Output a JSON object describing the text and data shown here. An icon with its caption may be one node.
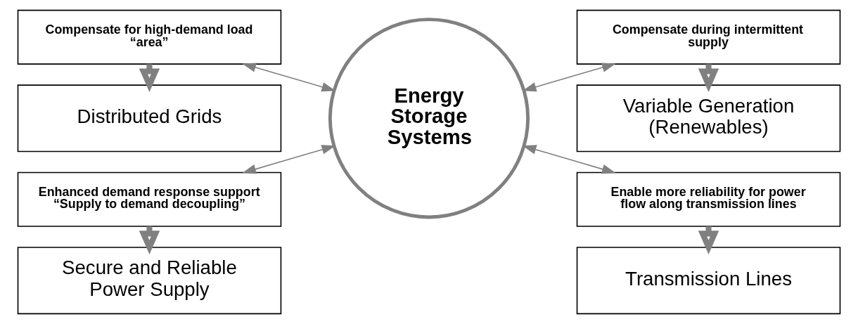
{
  "diagram": {
    "nodes": [
      {
        "text": [
          "Distributed Grids"
        ]
      },
      {
        "text": [
          "Compensate for high-demand load “area”"
        ]
      },
      {
        "text": [
          "Enhanced demand response support “Supply to demand decoupling”"
        ]
      },
      {
        "text": [
          "Secure and Reliable Power Supply"
        ]
      },
      {
        "text": [
          "Energy Storage Systems"
        ]
      },
      {
        "text": [
          "Variable Generation (Renewables)"
        ]
      },
      {
        "text": [
          "Compensate during intermittent supply"
        ]
      },
      {
        "text": [
          "Enable more reliability for power flow along transmission lines"
        ]
      },
      {
        "text": [
          "Transmission Lines"
        ]
      }
    ],
    "edges": [
      {
        "from": 1,
        "to": 0,
        "arrow": "to",
        "style": "thick"
      },
      {
        "from": 2,
        "to": 3,
        "arrow": "to",
        "style": "thick"
      },
      {
        "from": 6,
        "to": 5,
        "arrow": "to",
        "style": "thick"
      },
      {
        "from": 7,
        "to": 8,
        "arrow": "to",
        "style": "thick"
      },
      {
        "from": 1,
        "to": 4,
        "arrow": "both"
      },
      {
        "from": 2,
        "to": 4,
        "arrow": "both"
      },
      {
        "from": 4,
        "to": 6,
        "arrow": "both"
      },
      {
        "from": 4,
        "to": 7,
        "arrow": "both"
      }
    ]
  }
}
